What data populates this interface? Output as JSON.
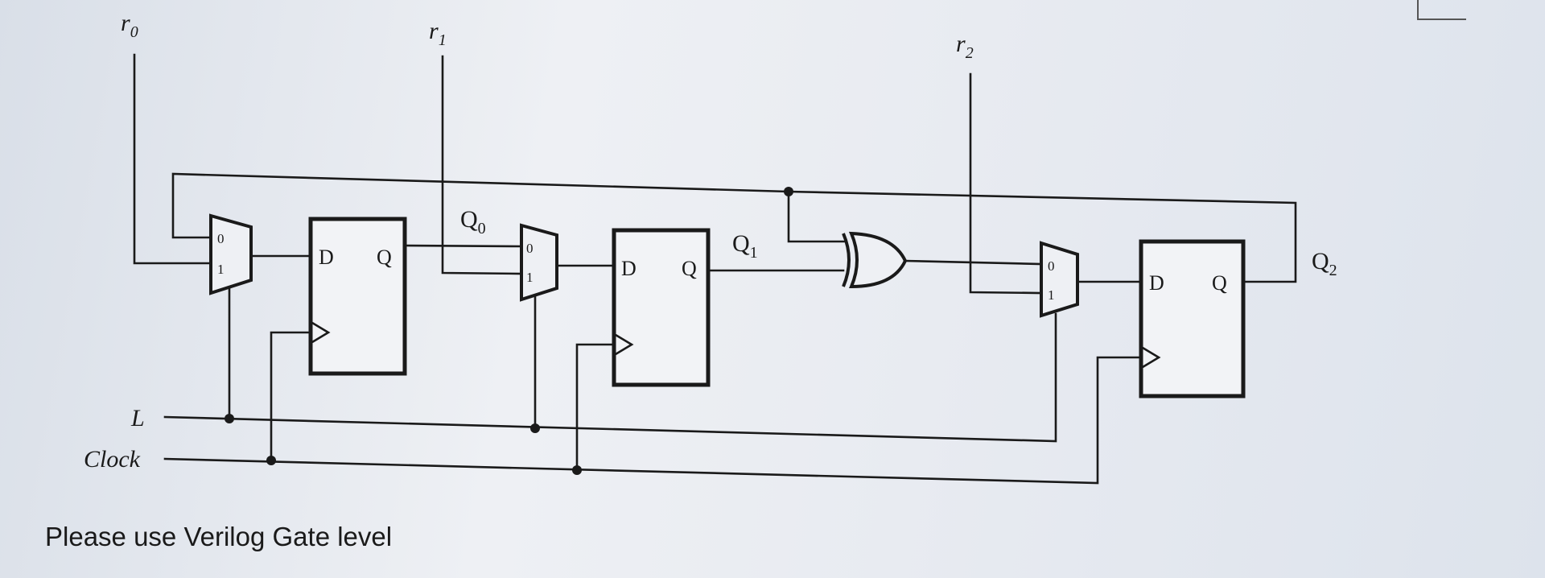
{
  "labels": {
    "r0": "r",
    "r0_sub": "0",
    "r1": "r",
    "r1_sub": "1",
    "r2": "r",
    "r2_sub": "2",
    "Q0": "Q",
    "Q0_sub": "0",
    "Q1": "Q",
    "Q1_sub": "1",
    "Q2": "Q",
    "Q2_sub": "2",
    "L": "L",
    "clock": "Clock"
  },
  "mux": {
    "in0": "0",
    "in1": "1"
  },
  "flipflop": {
    "d": "D",
    "q": "Q"
  },
  "caption": "Please use Verilog Gate level",
  "colors": {
    "wire": "#1a1a1a",
    "background": "#e6e9ef"
  }
}
